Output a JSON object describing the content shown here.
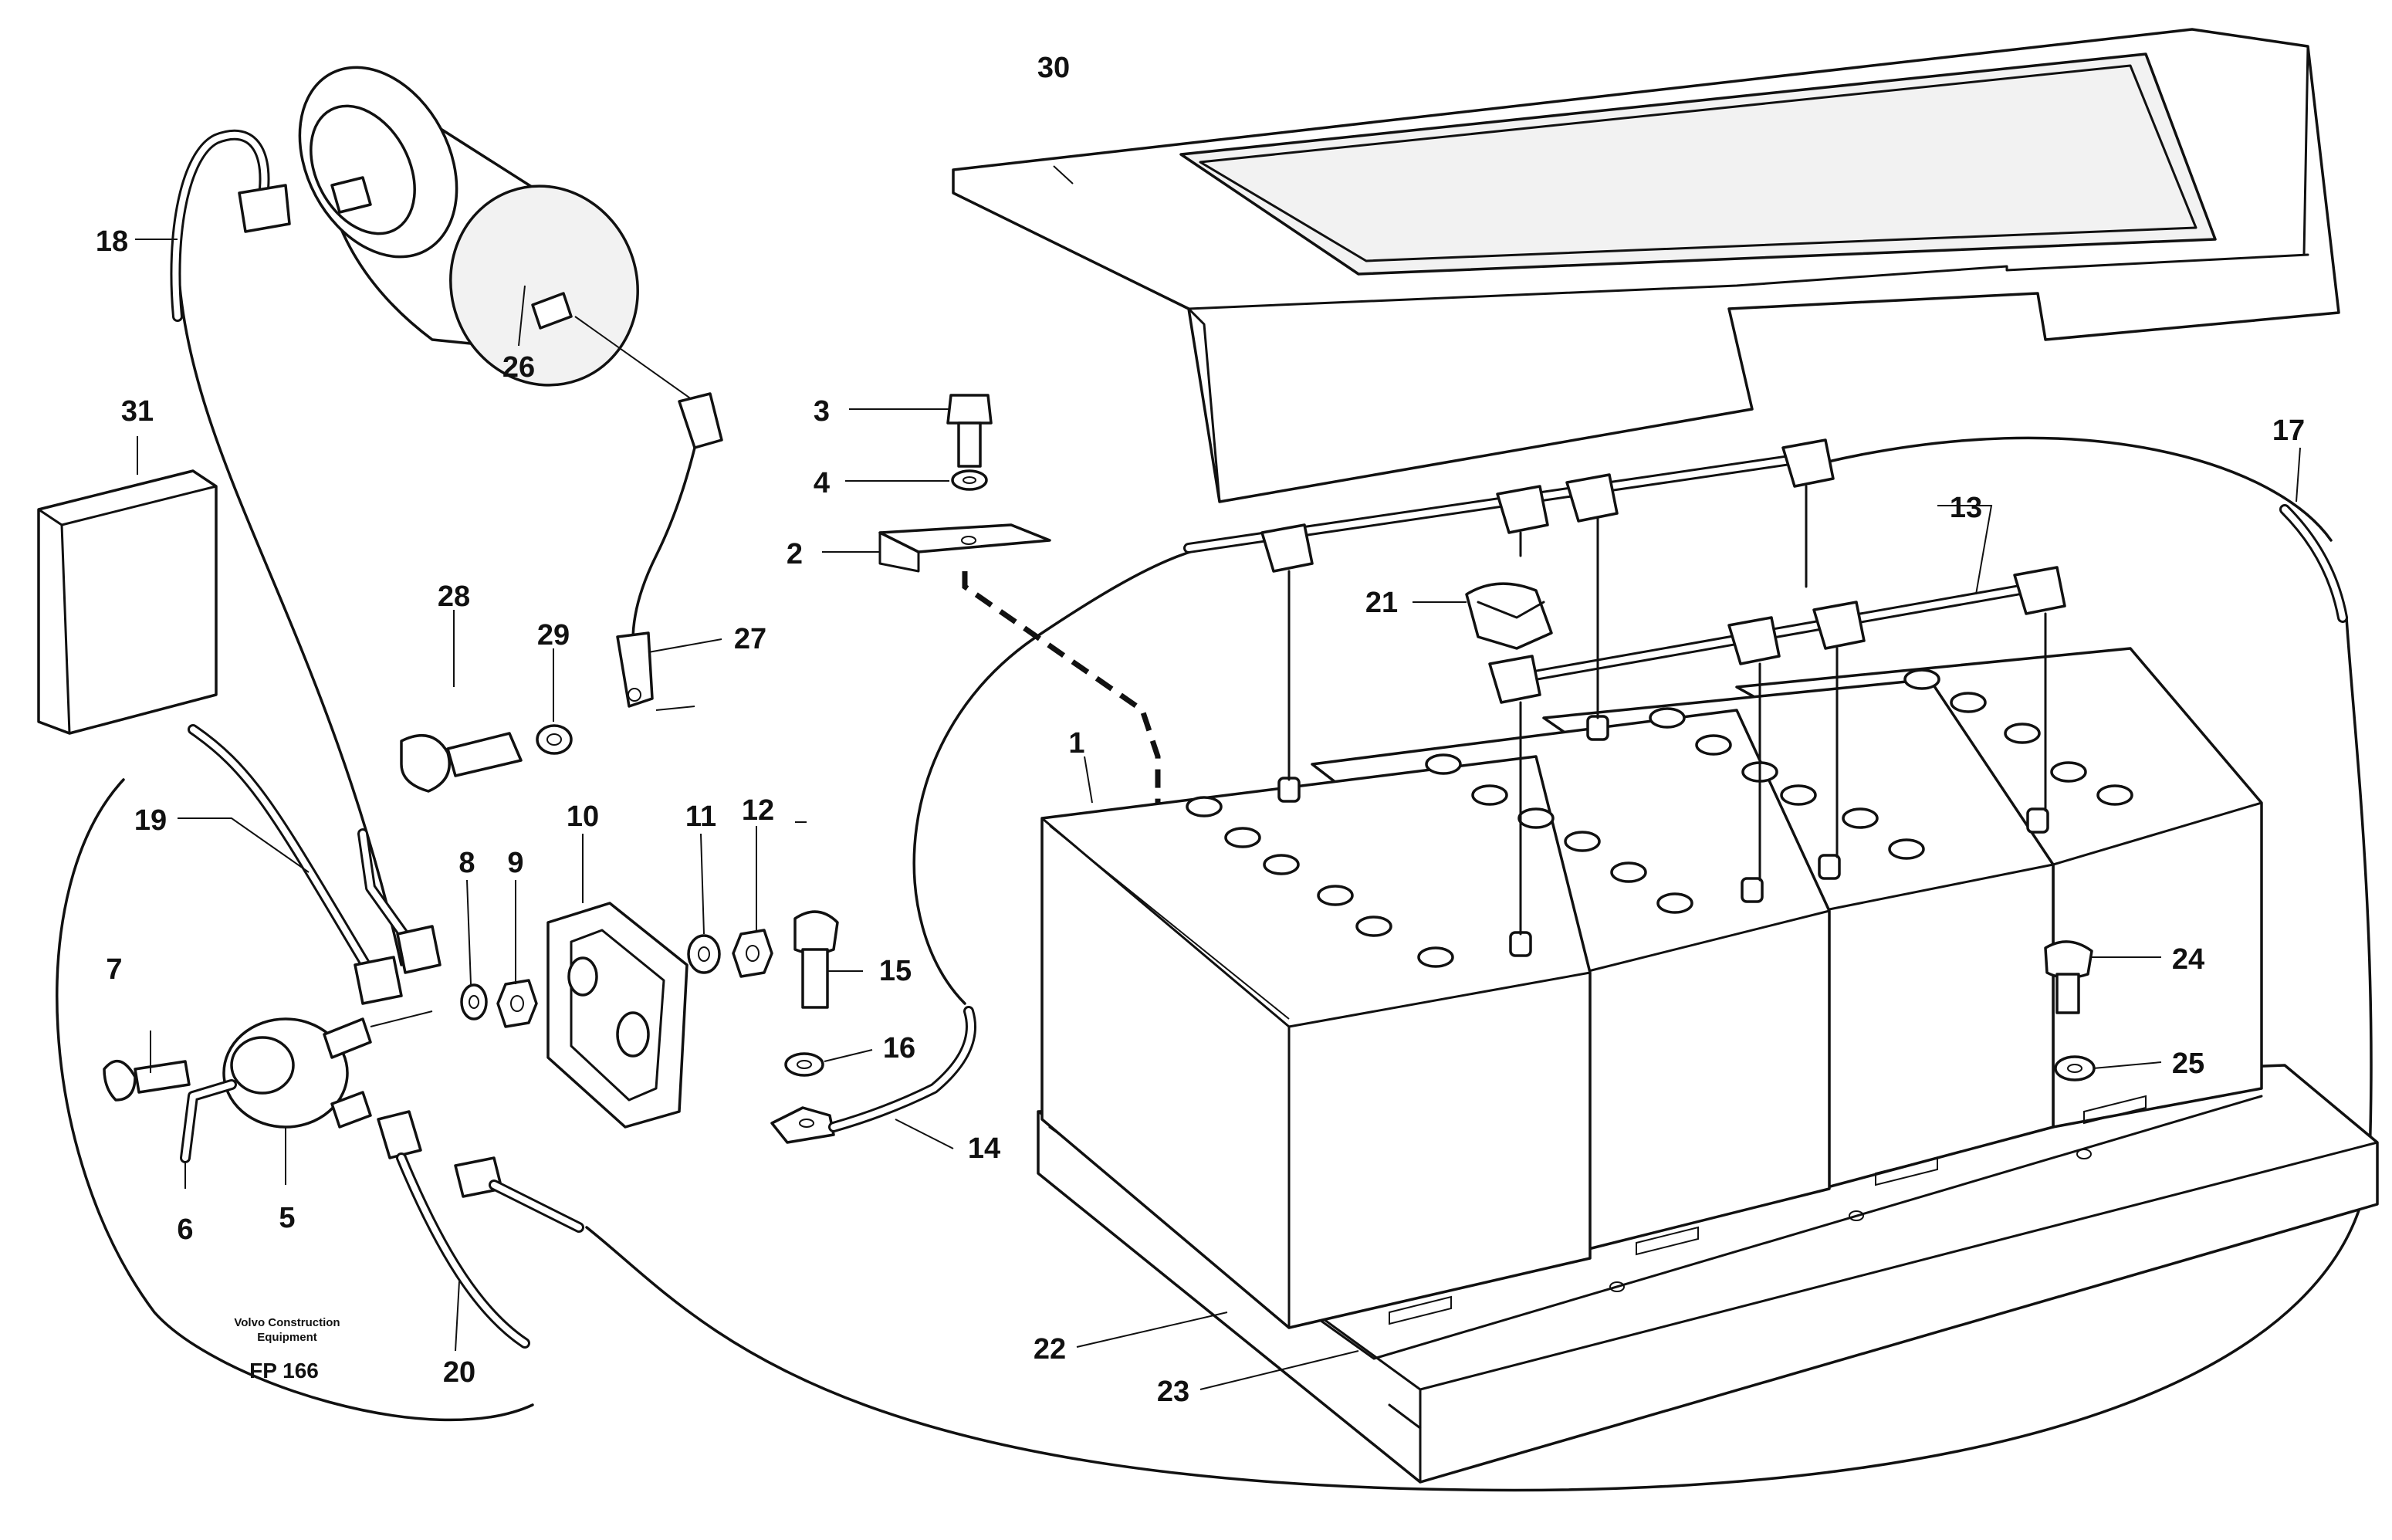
{
  "diagram": {
    "credit_line1": "Volvo Construction",
    "credit_line2": "Equipment",
    "code": "FP 166",
    "callouts": {
      "c1": "1",
      "c2": "2",
      "c3": "3",
      "c4": "4",
      "c5": "5",
      "c6": "6",
      "c7": "7",
      "c8": "8",
      "c9": "9",
      "c10": "10",
      "c11": "11",
      "c12": "12",
      "c13": "13",
      "c14": "14",
      "c15": "15",
      "c16": "16",
      "c17": "17",
      "c18": "18",
      "c19": "19",
      "c20": "20",
      "c21": "21",
      "c22": "22",
      "c23": "23",
      "c24": "24",
      "c25": "25",
      "c26": "26",
      "c27": "27",
      "c28": "28",
      "c29": "29",
      "c30": "30",
      "c31": "31"
    }
  }
}
